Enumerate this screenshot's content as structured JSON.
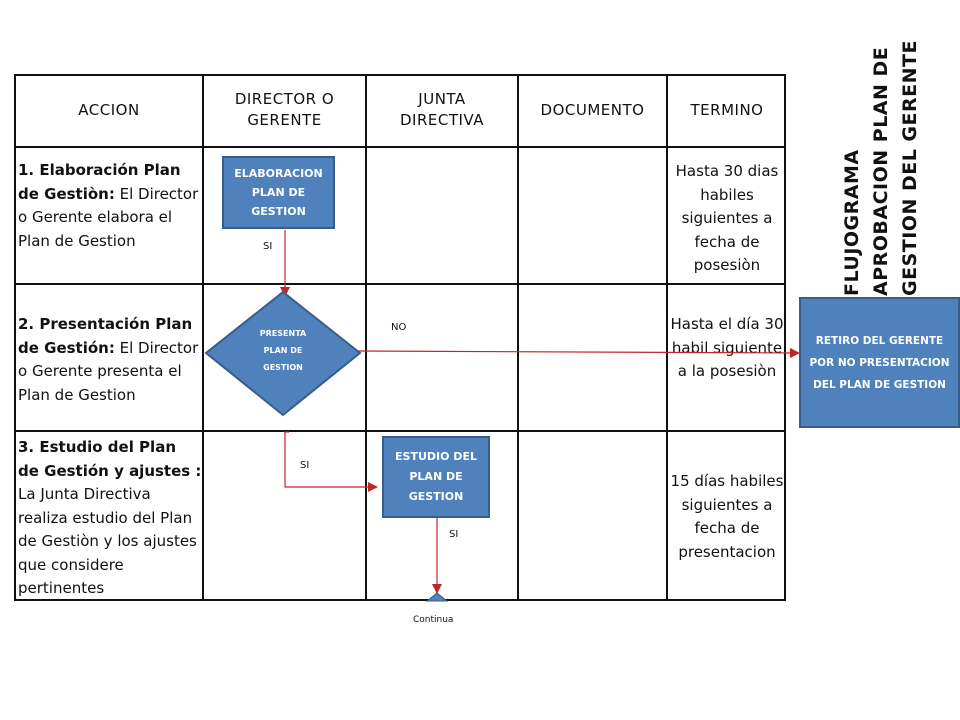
{
  "headers": {
    "accion": "ACCION",
    "director_line1": "DIRECTOR O",
    "director_line2": "GERENTE",
    "junta_line1": "JUNTA",
    "junta_line2": "DIRECTIVA",
    "documento": "DOCUMENTO",
    "termino": "TERMINO"
  },
  "rows": [
    {
      "bold": "1. Elaboración  Plan de Gestiòn:",
      "text": " El Director o Gerente elabora el Plan de Gestion",
      "termino": "Hasta 30 dias habiles siguientes a fecha de posesiòn"
    },
    {
      "bold": "2. Presentación Plan de Gestión:",
      "text": " El Director o Gerente  presenta el Plan de Gestion",
      "termino": "Hasta el día 30 habil siguiente a la posesiòn"
    },
    {
      "bold": "3. Estudio del Plan de Gestión y ajustes :",
      "text": " La Junta Directiva realiza estudio del Plan de Gestiòn y los ajustes que considere pertinentes",
      "termino": "15 días habiles siguientes a fecha de presentacion"
    }
  ],
  "shapes": {
    "elaboracion": "ELABORACION PLAN DE  GESTION",
    "presenta_line1": "PRESENTA",
    "presenta_line2": "PLAN  DE",
    "presenta_line3": "GESTION",
    "estudio": "ESTUDIO DEL PLAN DE GESTION",
    "retiro": "RETIRO DEL GERENTE POR NO PRESENTACION DEL PLAN DE GESTION"
  },
  "labels": {
    "si1": "SI",
    "no": "NO",
    "si2": "SI",
    "si3": "SI",
    "continua": "Continua"
  },
  "title": "FLUJOGRAMA APROBACION PLAN DE GESTION DEL GERENTE",
  "colors": {
    "shape_fill": "#4f81bd",
    "shape_border": "#385d8a",
    "arrow": "#c0242b"
  }
}
